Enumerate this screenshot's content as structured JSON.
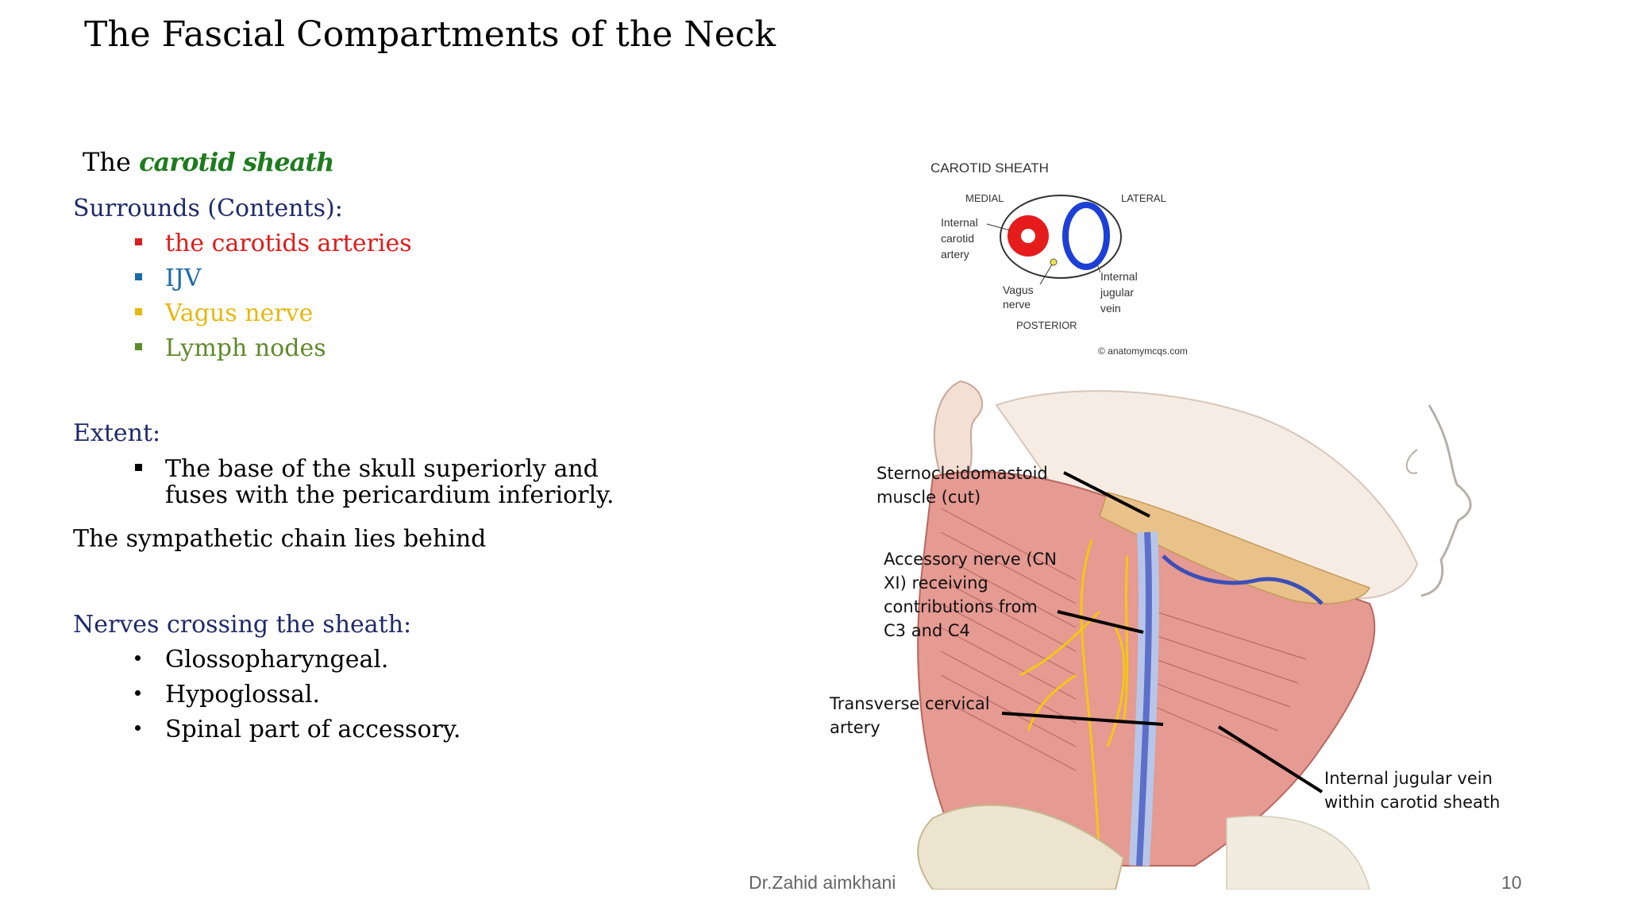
{
  "slide": {
    "title": "The Fascial Compartments of the Neck",
    "subheading": {
      "prefix": "The",
      "emphasis": "carotid sheath"
    },
    "surrounds": {
      "heading": "Surrounds (Contents):",
      "items": [
        {
          "label": "the carotids arteries",
          "color": "#e01b1b"
        },
        {
          "label": "IJV",
          "color": "#1a6aa8"
        },
        {
          "label": "Vagus nerve",
          "color": "#e8b70f"
        },
        {
          "label": "Lymph nodes",
          "color": "#5f8a2a"
        }
      ]
    },
    "extent": {
      "heading": "Extent:",
      "item_line1": "The base of the skull superiorly and",
      "item_line2": "fuses with the pericardium inferiorly."
    },
    "sympathetic": "The sympathetic chain lies behind",
    "nerves": {
      "heading": "Nerves crossing the sheath:",
      "items": [
        "Glossopharyngeal.",
        "Hypoglossal.",
        "Spinal part of accessory."
      ]
    },
    "footer": {
      "author": "Dr.Zahid aimkhani",
      "page": "10"
    }
  },
  "diagram_sheath": {
    "title": "CAROTID SHEATH",
    "medial": "MEDIAL",
    "lateral": "LATERAL",
    "posterior": "POSTERIOR",
    "ica": [
      "Internal",
      "carotid",
      "artery"
    ],
    "vagus": [
      "Vagus",
      "nerve"
    ],
    "ijv": [
      "Internal",
      "jugular",
      "vein"
    ],
    "credit": "© anatomymcqs.com"
  },
  "diagram_neck": {
    "scm": [
      "Sternocleidomastoid",
      "muscle (cut)"
    ],
    "accessory": [
      "Accessory nerve (CN",
      "XI) receiving",
      "contributions from",
      "C3 and C4"
    ],
    "transverse": [
      "Transverse cervical",
      "artery"
    ],
    "ijv": [
      "Internal jugular vein",
      "within carotid sheath"
    ]
  }
}
